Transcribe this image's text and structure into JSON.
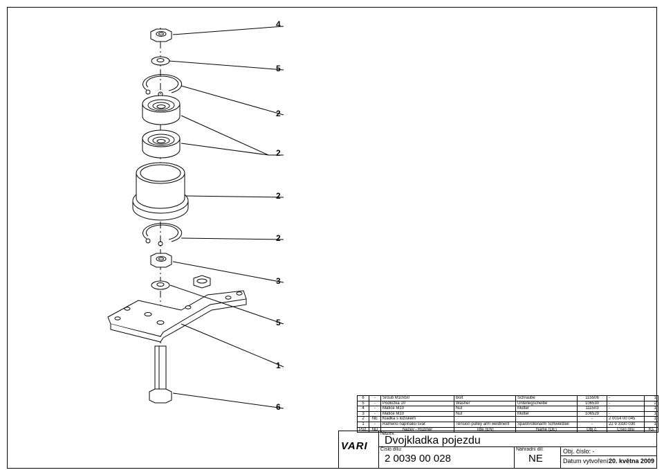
{
  "callouts": [
    {
      "id": "c1",
      "label": "4"
    },
    {
      "id": "c2",
      "label": "5"
    },
    {
      "id": "c3",
      "label": "2"
    },
    {
      "id": "c4",
      "label": "2"
    },
    {
      "id": "c5",
      "label": "2"
    },
    {
      "id": "c6",
      "label": "2"
    },
    {
      "id": "c7",
      "label": "3"
    },
    {
      "id": "c8",
      "label": "5"
    },
    {
      "id": "c9",
      "label": "1"
    },
    {
      "id": "c10",
      "label": "6"
    }
  ],
  "bom": {
    "header": [
      "Poz.",
      "ND",
      "Název - Rozměr",
      "Title (EN)",
      "Name (DE)",
      "Obj.č.",
      "Číslo dílu",
      "Ks"
    ],
    "rows": [
      [
        "6",
        "-",
        "Šroub M10x50",
        "Bolt",
        "Schraube",
        "115506",
        "-",
        "1"
      ],
      [
        "5",
        "-",
        "Podložka 10",
        "Washer",
        "Unterlegscheibe",
        "106530",
        "-",
        "2"
      ],
      [
        "4",
        "-",
        "Matice M10",
        "Nut",
        "Mutter",
        "111503",
        "-",
        "1"
      ],
      [
        "3",
        "-",
        "Matice M10",
        "Nut",
        "Mutter",
        "106529",
        "-",
        "1"
      ],
      [
        "2",
        "NE",
        "Kladka s ložiskem",
        "",
        "",
        "-",
        "2 0014 00 045",
        "1"
      ],
      [
        "1",
        "-",
        "Rameno napínáku svař.",
        "Tension pulley arm weldment",
        "Spannrollenarm Schweißteil",
        "-",
        "22 9 3330 030",
        "1"
      ]
    ]
  },
  "title_block": {
    "logo": "VARI",
    "nazev_label": "Název:",
    "title": "Dvojkladka pojezdu",
    "cislo_label": "Číslo dílu:",
    "part_number": "2 0039 00 028",
    "nahradni_label": "Náhradní díl:",
    "nahradni_value": "NE",
    "obj_label": "Obj. číslo: -",
    "datum_label": "Datum vytvoření:",
    "datum_value": "20. května 2009"
  }
}
